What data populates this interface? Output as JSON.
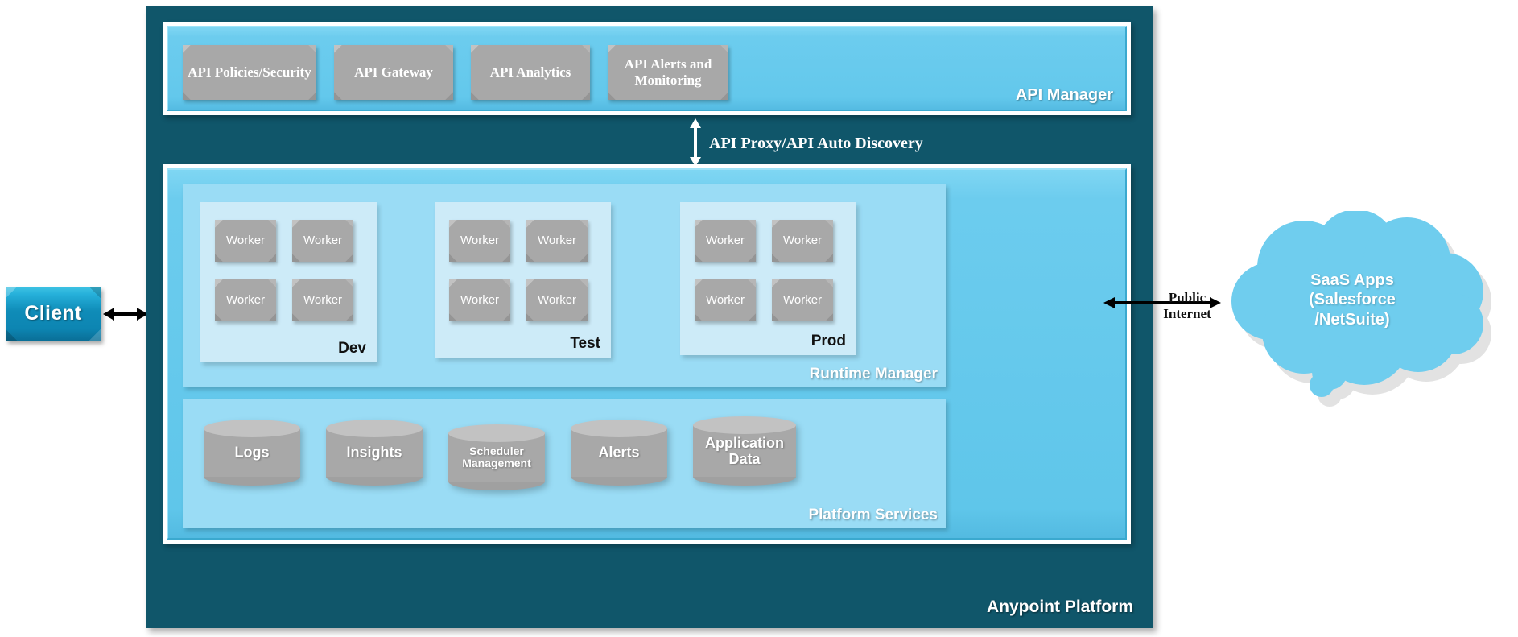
{
  "colors": {
    "outer_panel": "#10566a",
    "panel_blue": "#63c8ec",
    "sub_panel_blue": "#9adcf5",
    "env_box_blue": "#cdebf8",
    "box_gray": "#a8a8a8",
    "cloud_blue": "#6fcdee",
    "client_blue": "#0f8cb8",
    "white": "#ffffff"
  },
  "client": {
    "label": "Client"
  },
  "client_arrow": {
    "name": "client-platform-arrow",
    "direction": "double"
  },
  "anypoint_platform": {
    "label": "Anypoint Platform",
    "api_manager": {
      "label": "API Manager",
      "tiles": [
        {
          "label": "API Policies/Security"
        },
        {
          "label": "API Gateway"
        },
        {
          "label": "API Analytics"
        },
        {
          "label": "API Alerts and Monitoring"
        }
      ]
    },
    "api_proxy": {
      "label": "API Proxy/API Auto Discovery",
      "direction": "double"
    },
    "runtime_manager": {
      "label": "Runtime Manager",
      "environments": [
        {
          "label": "Dev",
          "workers": [
            "Worker",
            "Worker",
            "Worker",
            "Worker"
          ]
        },
        {
          "label": "Test",
          "workers": [
            "Worker",
            "Worker",
            "Worker",
            "Worker"
          ]
        },
        {
          "label": "Prod",
          "workers": [
            "Worker",
            "Worker",
            "Worker",
            "Worker"
          ]
        }
      ]
    },
    "platform_services": {
      "label": "Platform Services",
      "services": [
        {
          "label": "Logs"
        },
        {
          "label": "Insights"
        },
        {
          "label": "Scheduler Management"
        },
        {
          "label": "Alerts"
        },
        {
          "label": "Application Data"
        }
      ]
    }
  },
  "public_internet": {
    "label": "Public Internet",
    "direction": "double"
  },
  "saas_cloud": {
    "label": "SaaS Apps (Salesforce /NetSuite)"
  }
}
